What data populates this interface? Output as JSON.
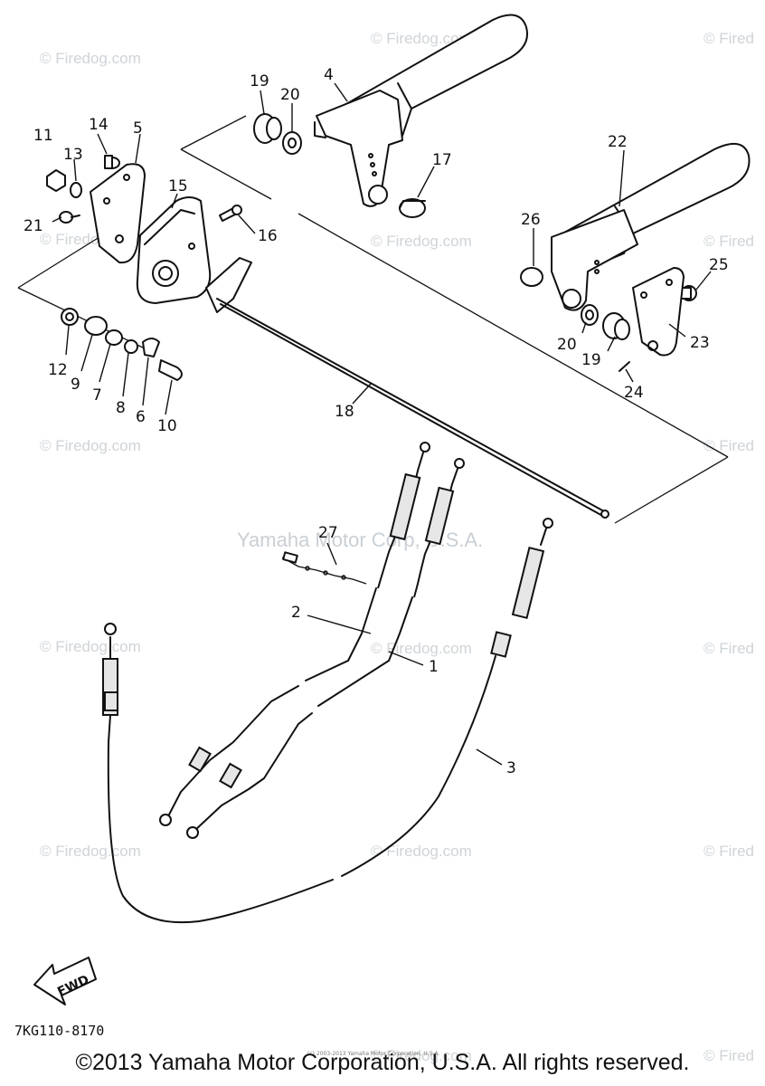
{
  "watermark": {
    "tile_text": "© Firedog.com",
    "cut_tile_text": "© Fired",
    "center_text": "Yamaha Motor Corp, U.S.A."
  },
  "fwd_label": "FWD",
  "part_code": "7KG110-8170",
  "callouts": {
    "p1": "1",
    "p2": "2",
    "p3": "3",
    "p4": "4",
    "p5": "5",
    "p6": "6",
    "p7": "7",
    "p8": "8",
    "p9": "9",
    "p10": "10",
    "p11": "11",
    "p12": "12",
    "p13": "13",
    "p14": "14",
    "p15": "15",
    "p16": "16",
    "p17": "17",
    "p18": "18",
    "p19a": "19",
    "p19b": "19",
    "p20a": "20",
    "p20b": "20",
    "p21": "21",
    "p22": "22",
    "p23": "23",
    "p24": "24",
    "p25": "25",
    "p26": "26",
    "p27": "27"
  },
  "footer": {
    "fine_print": "(c) 2003-2013 Yamaha Motor Corporation, U.S.A.",
    "copyright": "©2013 Yamaha Motor Corporation, U.S.A. All rights reserved."
  }
}
